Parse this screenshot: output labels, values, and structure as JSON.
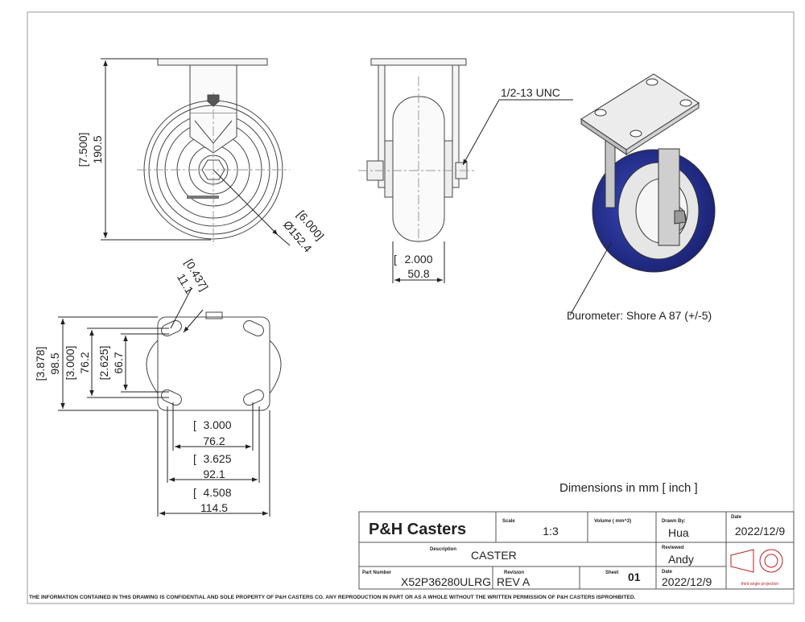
{
  "front_view": {
    "height_in": "[7.500]",
    "height_mm": "190.5",
    "wheel_dia_in": "[6.000]",
    "wheel_dia_mm": "Ø152.4"
  },
  "side_view": {
    "thread": "1/2-13 UNC",
    "width_in": "2.000",
    "width_mm": "50.8"
  },
  "iso_view": {
    "note": "Durometer: Shore A 87 (+/-5)",
    "wheel_color": "#1e2a8c",
    "hub_color": "#d8d8d8"
  },
  "top_view": {
    "slot_in": "[0.437]",
    "slot_mm": "11.1",
    "v1_in": "[3.878]",
    "v1_mm": "98.5",
    "v2_in": "[3.000]",
    "v2_mm": "76.2",
    "v3_in": "[2.625]",
    "v3_mm": "66.7",
    "h1_in": "3.000",
    "h1_mm": "76.2",
    "h2_in": "3.625",
    "h2_mm": "92.1",
    "h3_in": "4.508",
    "h3_mm": "114.5"
  },
  "units_note": "Dimensions in mm [ inch ]",
  "title_block": {
    "company": "P&H Casters",
    "scale_label": "Scale",
    "scale": "1:3",
    "volume_label": "Volume ( mm^3)",
    "drawn_by_label": "Drawn By:",
    "drawn_by": "Hua",
    "date_label": "Date",
    "date": "2022/12/9",
    "description_label": "Description",
    "description": "CASTER",
    "reviewed_label": "Reviewed",
    "reviewed": "Andy",
    "part_number_label": "Part Number",
    "part_number": "X52P36280ULRG",
    "revision_label": "Revision",
    "revision": "REV A",
    "sheet_label": "Sheet",
    "sheet": "01",
    "date2_label": "Date",
    "date2": "2022/12/9",
    "projection_label": "third angle projection"
  },
  "footer": "THE INFORMATION CONTAINED IN THIS DRAWING IS CONFIDENTIAL AND SOLE PROPERTY OF P&H CASTERS CO.  ANY REPRODUCTION IN PART OR AS A WHOLE WITHOUT THE WRITTEN PERMISSION OF P&H CASTERS ISPROHIBITED."
}
